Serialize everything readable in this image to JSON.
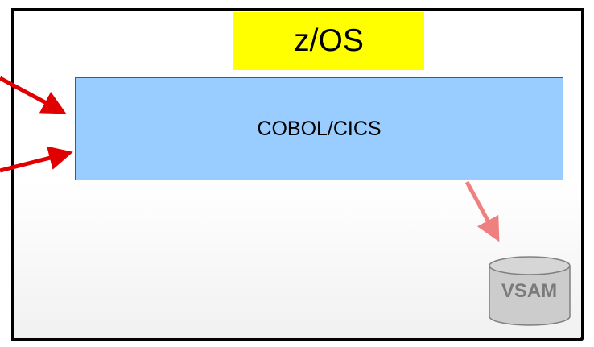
{
  "zos": {
    "label": "z/OS"
  },
  "app": {
    "label": "COBOL/CICS"
  },
  "storage": {
    "label": "VSAM"
  },
  "colors": {
    "label_bg": "#ffff00",
    "app_fill": "#99ccff",
    "app_border": "#2c5ea6",
    "inbound_arrow": "#e00000",
    "data_arrow": "#f08080",
    "cylinder_fill": "#cccccc",
    "cylinder_stroke": "#808080"
  }
}
